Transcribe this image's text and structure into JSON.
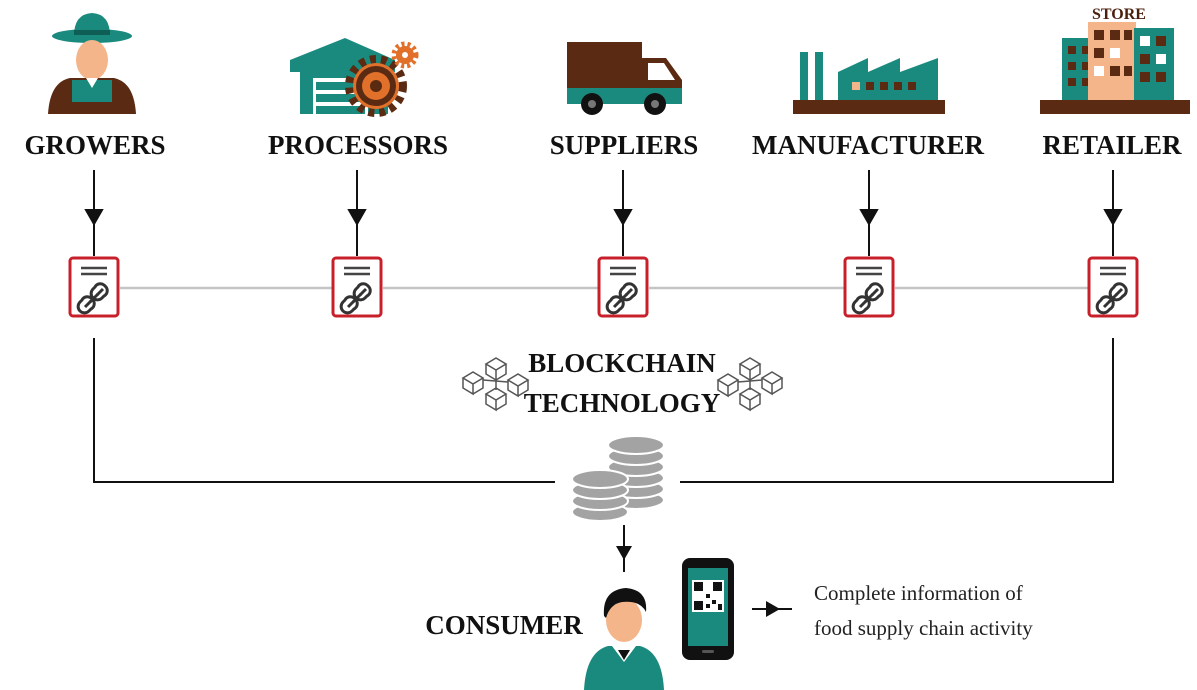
{
  "stages": [
    {
      "id": "growers",
      "label": "GROWERS",
      "icon": "farmer-icon"
    },
    {
      "id": "processors",
      "label": "PROCESSORS",
      "icon": "factory-gear-icon"
    },
    {
      "id": "suppliers",
      "label": "SUPPLIERS",
      "icon": "delivery-truck-icon"
    },
    {
      "id": "manufacturer",
      "label": "MANUFACTURER",
      "icon": "factory-icon"
    },
    {
      "id": "retailer",
      "label": "RETAILER",
      "icon": "store-building-icon"
    }
  ],
  "store_sign": "STORE",
  "blockchain": {
    "line1": "BLOCKCHAIN",
    "line2": "TECHNOLOGY"
  },
  "consumer": {
    "label": "CONSUMER"
  },
  "info": {
    "line1": "Complete information of",
    "line2": "food supply chain activity"
  },
  "colors": {
    "teal": "#1a8a7e",
    "brown": "#5b2a12",
    "skin": "#f5b58a",
    "ledger_red": "#c8202a",
    "coin_gray": "#a3a3a3",
    "line_gray": "#c4c4c4",
    "orange": "#e0702a"
  }
}
